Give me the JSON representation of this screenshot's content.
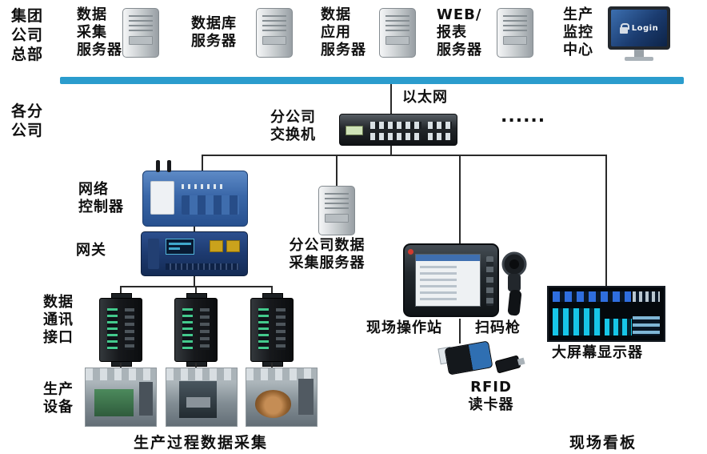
{
  "regions": {
    "hq": "集团\n公司\n总部",
    "branches": "各分\n公司"
  },
  "nodes": {
    "server_collect": "数据\n采集\n服务器",
    "server_db": "数据库\n服务器",
    "server_app": "数据\n应用\n服务器",
    "server_web": "WEB/\n报表\n服务器",
    "monitor_center": "生产\n监控\n中心",
    "ethernet": "以太网",
    "branch_switch": "分公司\n交换机",
    "dots": "......",
    "network_controller": "网络\n控制器",
    "gateway": "网关",
    "branch_server": "分公司数据\n采集服务器",
    "comm_interface": "数据\n通讯\n接口",
    "equipment": "生产\n设备",
    "field_station": "现场操作站",
    "scanner": "扫码枪",
    "big_display": "大屏幕显示器",
    "rfid": "RFID\n读卡器"
  },
  "captions": {
    "process": "生产过程数据采集",
    "kanban": "现场看板"
  },
  "device_text": {
    "login": "Login"
  },
  "colors": {
    "backbone_blue": "#2b9ccd",
    "connector_line": "#2a2a2a",
    "device_blue": "#3a67a8"
  }
}
